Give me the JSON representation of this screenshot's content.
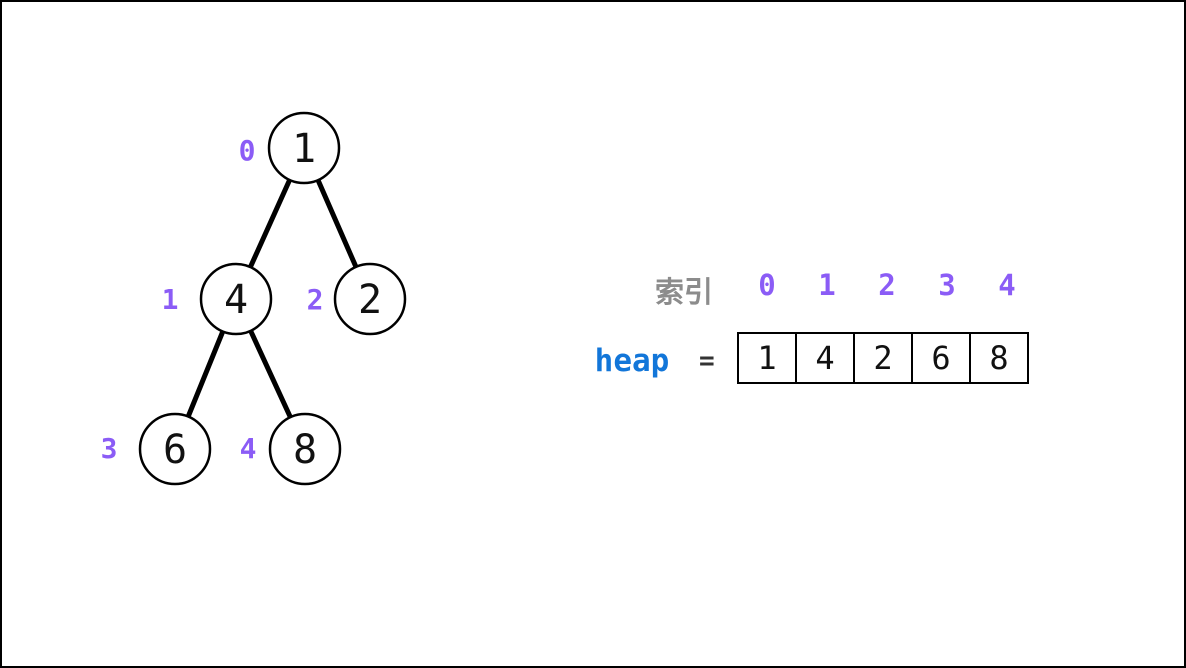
{
  "tree": {
    "nodes": [
      {
        "value": "1",
        "index_label": "0"
      },
      {
        "value": "4",
        "index_label": "1"
      },
      {
        "value": "2",
        "index_label": "2"
      },
      {
        "value": "6",
        "index_label": "3"
      },
      {
        "value": "8",
        "index_label": "4"
      }
    ],
    "edges": [
      {
        "from": "1",
        "to": "4"
      },
      {
        "from": "1",
        "to": "2"
      },
      {
        "from": "4",
        "to": "6"
      },
      {
        "from": "4",
        "to": "8"
      }
    ]
  },
  "array": {
    "index_header_label": "索引",
    "indices": [
      "0",
      "1",
      "2",
      "3",
      "4"
    ],
    "variable_name": "heap",
    "equals_sign": "=",
    "values": [
      "1",
      "4",
      "2",
      "6",
      "8"
    ]
  },
  "colors": {
    "index_purple": "#8b5cf6",
    "label_gray": "#8c8c8c",
    "heap_blue": "#1276d9",
    "node_stroke": "#000000",
    "background": "#ffffff"
  }
}
